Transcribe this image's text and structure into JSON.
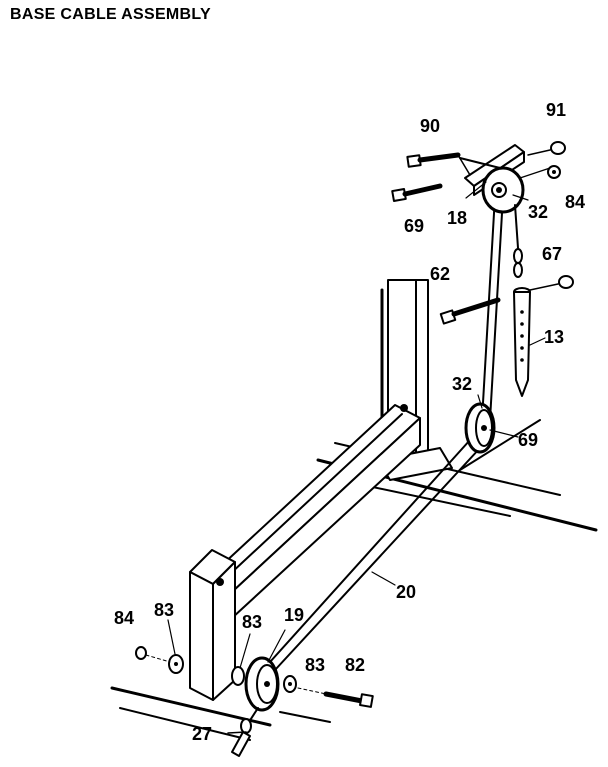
{
  "title": "BASE CABLE ASSEMBLY",
  "labels": {
    "p90": "90",
    "p91": "91",
    "p18": "18",
    "p32_top": "32",
    "p84_top": "84",
    "p69_top": "69",
    "p67": "67",
    "p62": "62",
    "p13": "13",
    "p32_mid": "32",
    "p69_mid": "69",
    "p20": "20",
    "p84_bot": "84",
    "p83_left": "83",
    "p83_mid": "83",
    "p19": "19",
    "p83_right": "83",
    "p82": "82",
    "p27": "27"
  }
}
